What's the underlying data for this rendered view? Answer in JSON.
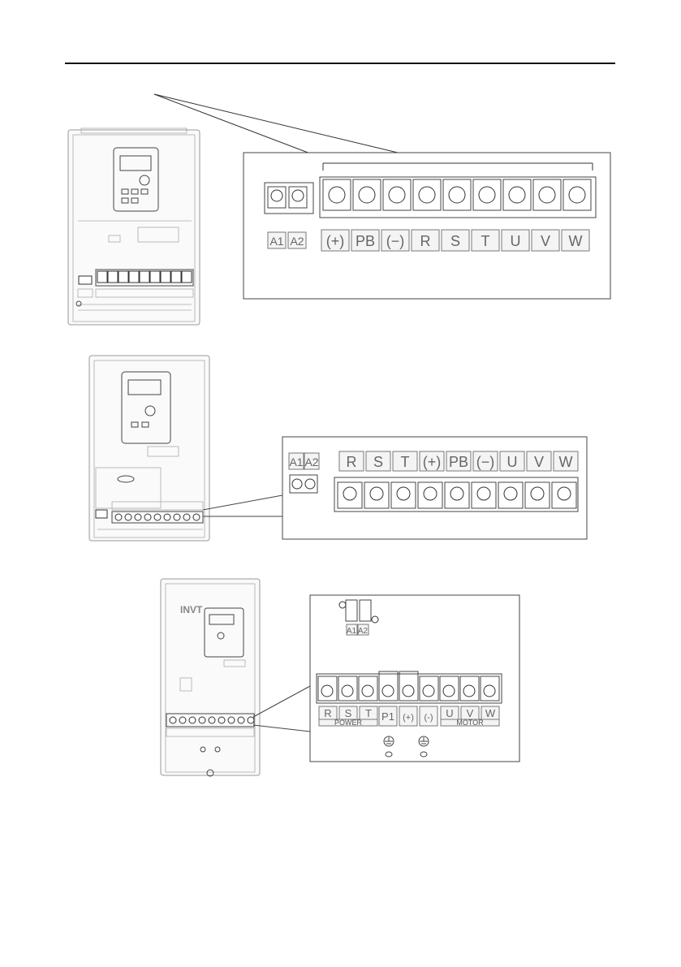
{
  "diagram1": {
    "aux_labels": [
      "A1",
      "A2"
    ],
    "terminal_labels": [
      "(+)",
      "PB",
      "(−)",
      "R",
      "S",
      "T",
      "U",
      "V",
      "W"
    ]
  },
  "diagram2": {
    "aux_labels": [
      "A1",
      "A2"
    ],
    "terminal_labels": [
      "R",
      "S",
      "T",
      "(+)",
      "PB",
      "(−)",
      "U",
      "V",
      "W"
    ]
  },
  "diagram3": {
    "aux_labels": [
      "A1",
      "A2"
    ],
    "terminal_labels": [
      "R",
      "S",
      "T",
      "P1",
      "(+)",
      "(-)",
      "U",
      "V",
      "W"
    ],
    "group_labels": [
      "POWER",
      "MOTOR"
    ],
    "brand_text": "INVT"
  },
  "icons": {
    "terminal_screw": "terminal-screw-icon",
    "ground": "ground-icon"
  }
}
